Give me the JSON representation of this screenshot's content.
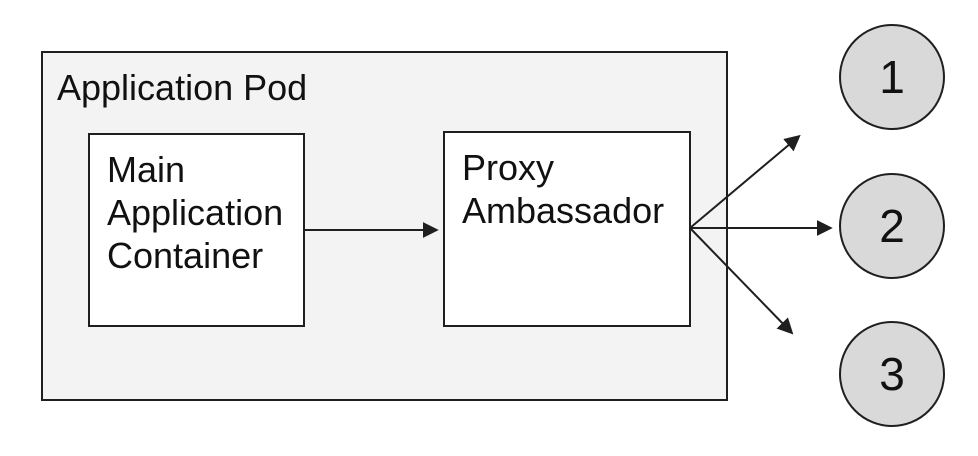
{
  "diagram": {
    "pod": {
      "label": "Application Pod"
    },
    "nodes": [
      {
        "id": "main-application-container",
        "label": "Main Application Container"
      },
      {
        "id": "proxy-ambassador",
        "label": "Proxy Ambassador"
      }
    ],
    "endpoints": [
      {
        "id": "endpoint-1",
        "label": "1"
      },
      {
        "id": "endpoint-2",
        "label": "2"
      },
      {
        "id": "endpoint-3",
        "label": "3"
      }
    ],
    "connections": [
      {
        "from": "main-application-container",
        "to": "proxy-ambassador"
      },
      {
        "from": "proxy-ambassador",
        "to": "endpoint-1"
      },
      {
        "from": "proxy-ambassador",
        "to": "endpoint-2"
      },
      {
        "from": "proxy-ambassador",
        "to": "endpoint-3"
      }
    ],
    "colors": {
      "pod_fill": "#f3f3f3",
      "node_fill": "#ffffff",
      "endpoint_fill": "#d9d9d9",
      "stroke": "#1f1f1f",
      "text": "#111111"
    }
  }
}
